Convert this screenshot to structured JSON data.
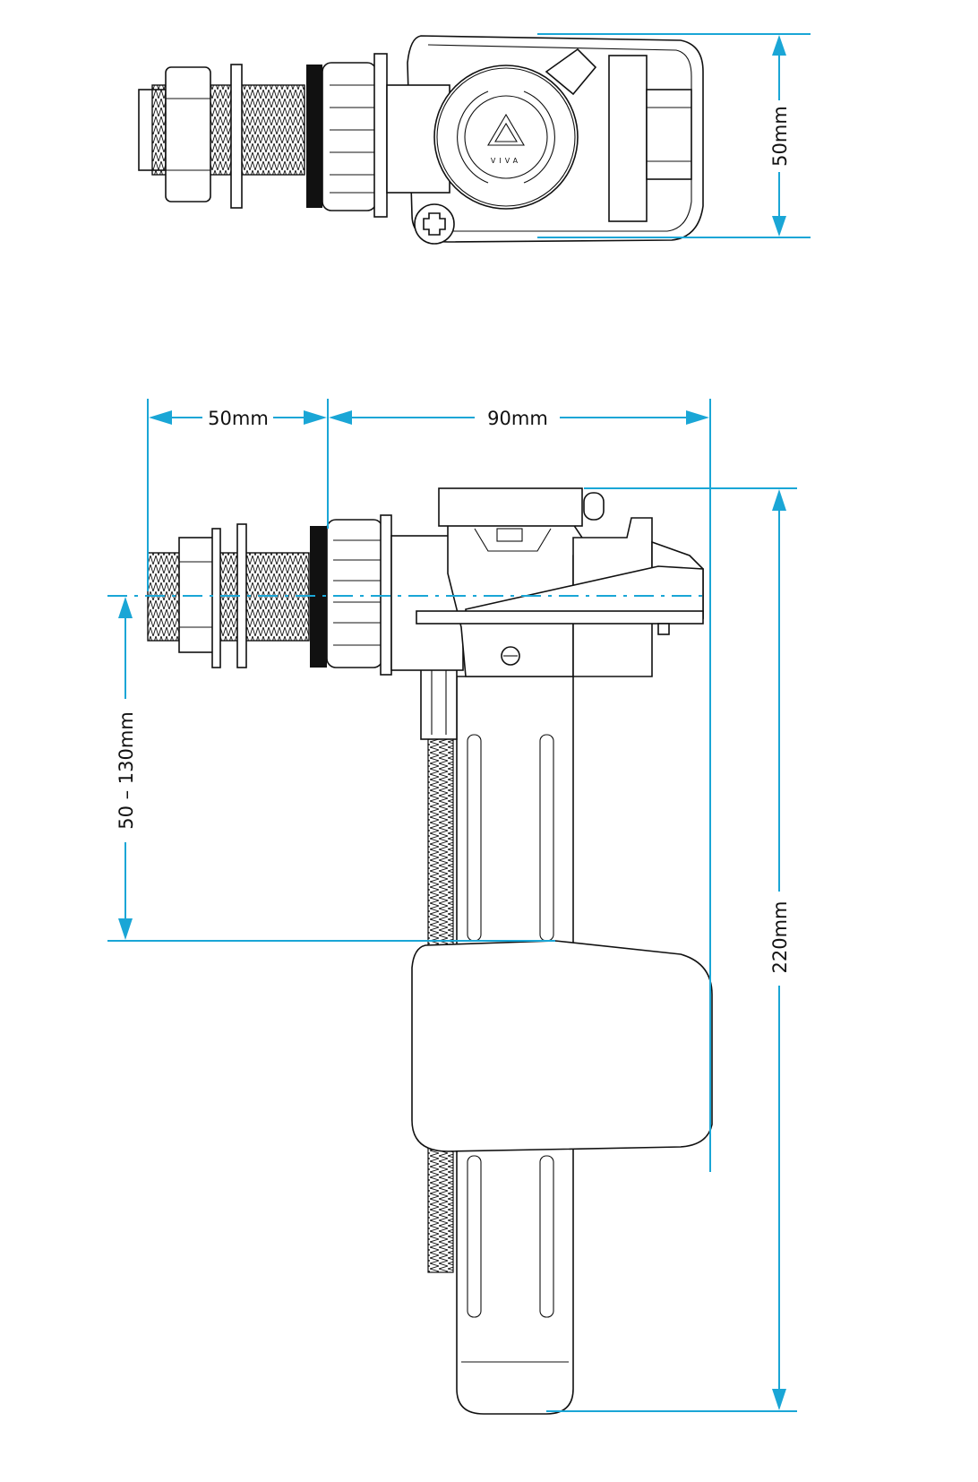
{
  "top_view": {
    "height_label": "50mm",
    "logo_text": "VIVA"
  },
  "side_view": {
    "fitting_length_label": "50mm",
    "body_width_label": "90mm",
    "adjustable_height_label": "50 – 130mm",
    "total_height_label": "220mm"
  },
  "colors": {
    "dimension": "#1aa6d6",
    "outline": "#111111",
    "gasket": "#111111"
  }
}
